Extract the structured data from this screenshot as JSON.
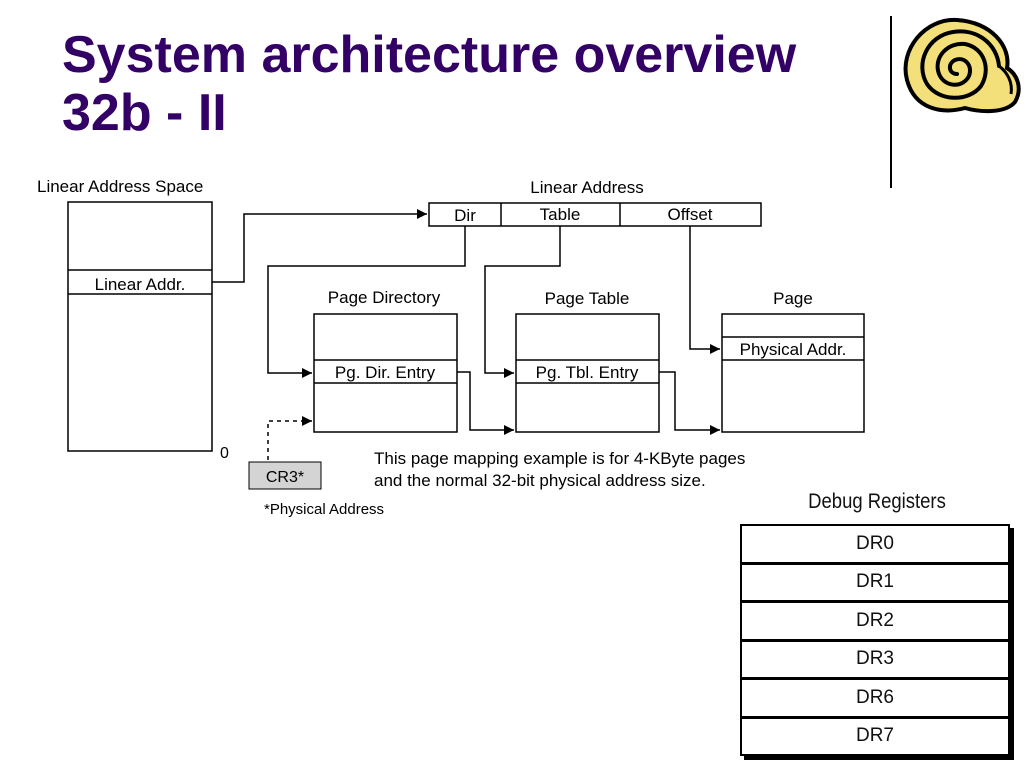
{
  "slide": {
    "title_line1": "System architecture overview",
    "title_line2": "32b - II"
  },
  "diagram": {
    "linear_address_space": "Linear Address Space",
    "linear_addr": "Linear Addr.",
    "zero": "0",
    "cr3": "CR3*",
    "physical_address_note": "*Physical Address",
    "linear_address": "Linear Address",
    "dir": "Dir",
    "table": "Table",
    "offset": "Offset",
    "page_directory": "Page Directory",
    "pg_dir_entry": "Pg. Dir. Entry",
    "page_table": "Page Table",
    "pg_tbl_entry": "Pg. Tbl. Entry",
    "page": "Page",
    "physical_addr": "Physical Addr.",
    "note_line1": "This page mapping example is for 4-KByte pages",
    "note_line2": "and the normal 32-bit physical address size."
  },
  "debug_registers": {
    "title": "Debug Registers",
    "rows": [
      "DR0",
      "DR1",
      "DR2",
      "DR3",
      "DR6",
      "DR7"
    ]
  }
}
